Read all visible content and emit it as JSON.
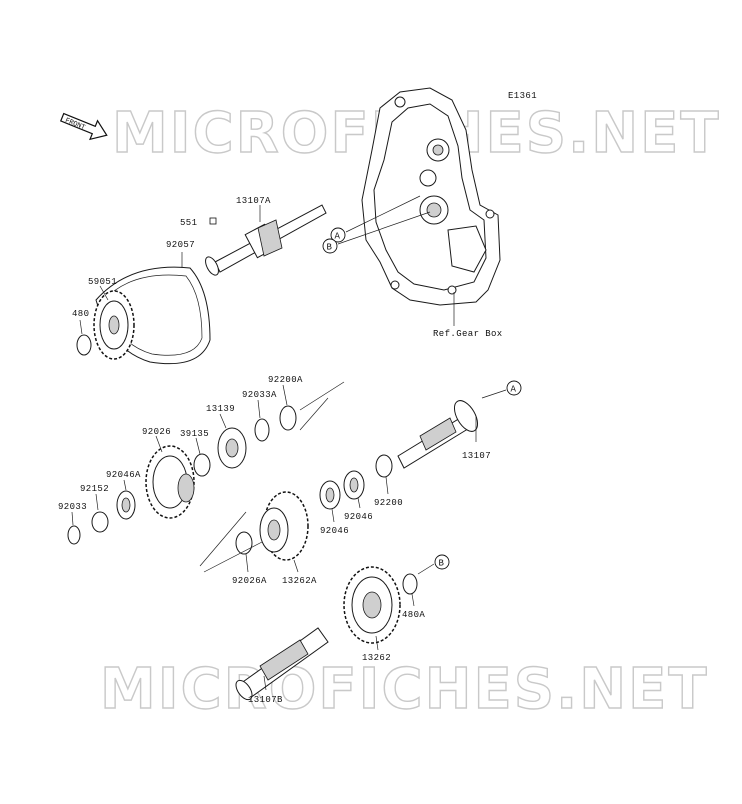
{
  "diagram_code": "E1361",
  "front_tag": "FRONT",
  "watermarks": [
    "MICROFICHES.NET",
    "MICROFICHES.NET"
  ],
  "callouts": {
    "a": "A",
    "b": "B"
  },
  "reference": "Ref.Gear Box",
  "parts": [
    "13107A",
    "551",
    "92057",
    "59051",
    "480",
    "92200A",
    "92033A",
    "13139",
    "39135",
    "92026",
    "92046A",
    "92152",
    "92033",
    "13107",
    "92200",
    "92046",
    "92046",
    "92026A",
    "13262A",
    "480A",
    "13262",
    "13107B"
  ]
}
